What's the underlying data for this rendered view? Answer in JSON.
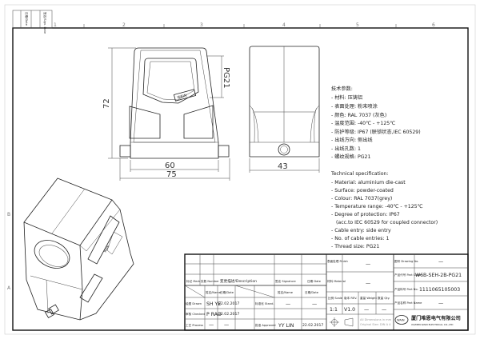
{
  "revision_box": {
    "date_label": "日期/Date",
    "sign_label": "签名/Sign. Date"
  },
  "grid": {
    "columns": [
      "1",
      "2",
      "3",
      "4",
      "5",
      "6"
    ],
    "rows": [
      "B",
      "A"
    ]
  },
  "drawing": {
    "dimensions": {
      "height": "72",
      "inner_width": "60",
      "overall_width": "75",
      "depth": "43",
      "thread": "PG21"
    },
    "brand_mark": "WAIN"
  },
  "spec_cn": {
    "title": "技术参数:",
    "items": [
      "- 材料: 压铸铝",
      "- 表面处理: 粉末喷涂",
      "- 颜色: RAL 7037 (灰色)",
      "- 温度范围: -40℃ - +125℃",
      "- 防护等级: IP67 (联锁状态,IEC 60529)",
      "- 出线方向: 侧出线",
      "- 出线孔数: 1",
      "- 螺纹规格: PG21"
    ]
  },
  "spec_en": {
    "title": "Technical specification:",
    "items": [
      "- Material: aluminium die-cast",
      "- Surface: powder-coated",
      "- Colour: RAL 7037(grey)",
      "- Temperature range: -40℃ - +125℃",
      "- Degree of protection: IP67",
      "  (acc.to IEC 60529 for coupled connector)",
      "- Cable entry: side entry",
      "- No. of cable entries: 1",
      "- Thread size: PG21"
    ]
  },
  "title_block": {
    "headers": {
      "mark": "标记 Mark",
      "number": "处数 Number",
      "description": "变更描述/Description",
      "signature": "签名 Signature",
      "date": "日期 Date",
      "name": "姓名/Name",
      "name_date": "日期/Date",
      "name2": "姓名/Name",
      "date2": "日期/Date"
    },
    "rows": [
      {
        "label": "绘图 Drawn",
        "name": "SH YE",
        "date": "22.02.2017",
        "label2": "标准化 Stand.",
        "name2": "—",
        "date2": "—"
      },
      {
        "label": "审核 Checked",
        "name": "P RAO",
        "date": "22.02.2017"
      },
      {
        "label": "工艺 Process",
        "name": "—",
        "date": "—",
        "label2": "批准 Approved",
        "name2": "YY LIN",
        "date2": "22.02.2017"
      }
    ],
    "finish_label": "表面处理 Finish",
    "finish_value": "—",
    "material_label": "材料 Material",
    "material_value": "—",
    "scale_label": "比例 Scale",
    "scale_value": "1:1",
    "rev_label": "版本 REV.",
    "rev_value": "V1.0",
    "weight_label": "重量 Weight",
    "weight_value": "—",
    "qty_label": "数量 Qty.",
    "qty_value": "—",
    "drawing_no_label": "图号 Drawing No.",
    "drawing_no_value": "—",
    "part_code_label": "产品代号 Part Code",
    "part_code_value": "W6B-SEH-2B-PG21",
    "part_no_label": "产品料号 Part No.",
    "part_no_value": "1111065105003",
    "part_name_label": "产品名称 Part Name",
    "part_name_value": "—",
    "dimensions_note": "All Dimensions in mm",
    "size_note": "Original Size: DIN A 4",
    "company_cn": "厦门唯恩电气有限公司",
    "company_en": "XIAMEN WAIN ELECTRICAL CO.,LTD",
    "logo_text": "WAIN"
  }
}
